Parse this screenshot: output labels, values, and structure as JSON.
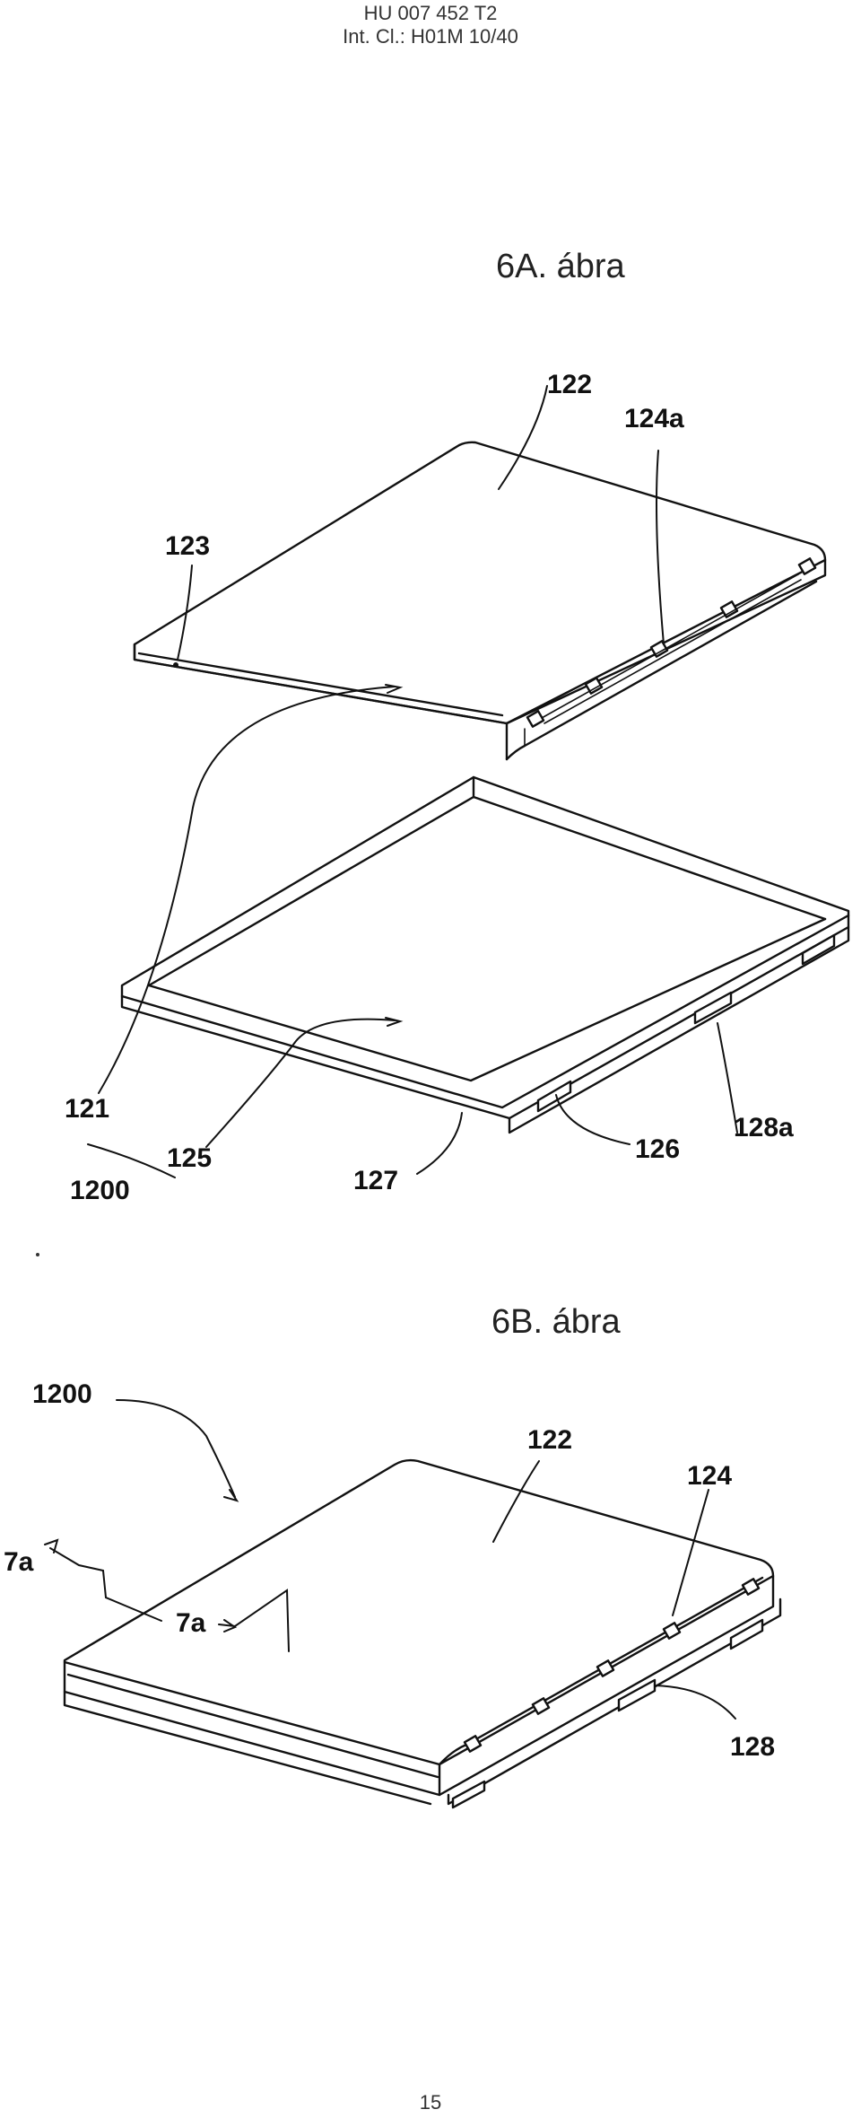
{
  "header": {
    "line1": "HU 007 452 T2",
    "line2": "Int. Cl.: H01M 10/40"
  },
  "figures": [
    {
      "title": "6A. ábra",
      "labels": {
        "l122": "122",
        "l124a": "124a",
        "l123": "123",
        "l121": "121",
        "l125": "125",
        "l1200": "1200",
        "l127": "127",
        "l126": "126",
        "l128a": "128a"
      }
    },
    {
      "title": "6B. ábra",
      "labels": {
        "l1200": "1200",
        "l122": "122",
        "l124": "124",
        "l7a_left": "7a",
        "l7a_mid": "7a",
        "l128": "128"
      }
    }
  ],
  "page_number": "15"
}
